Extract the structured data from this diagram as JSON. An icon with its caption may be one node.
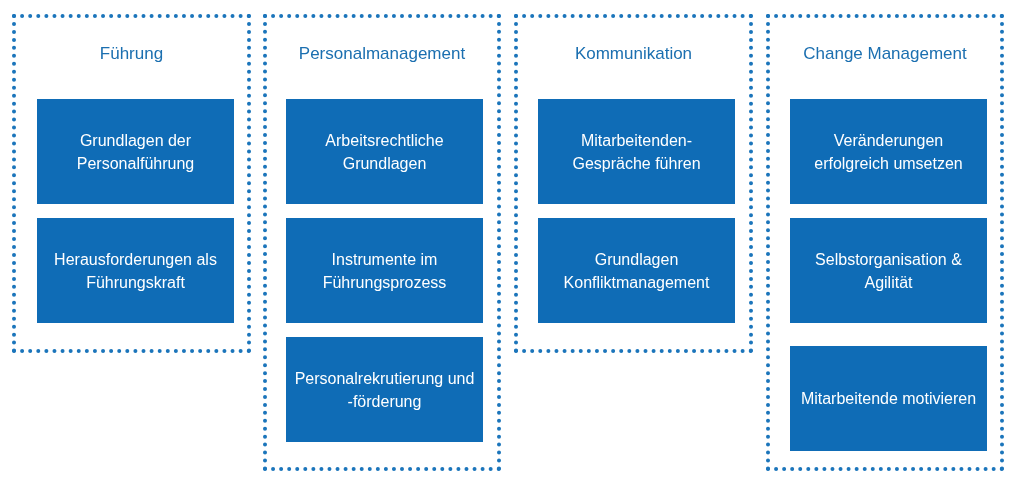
{
  "diagram": {
    "nodes": [
      {
        "text": [
          "Führung"
        ]
      },
      {
        "text": [
          "Grundlagen der Personalführung"
        ],
        "in": 0
      },
      {
        "text": [
          "Herausforderungen als Führungskraft"
        ],
        "in": 0
      },
      {
        "text": [
          "Personalmanagement"
        ]
      },
      {
        "text": [
          "Arbeitsrechtliche Grundlagen"
        ],
        "in": 3
      },
      {
        "text": [
          "Instrumente im Führungsprozess"
        ],
        "in": 3
      },
      {
        "text": [
          "Personalrekrutierung und -förderung"
        ],
        "in": 3
      },
      {
        "text": [
          "Kommunikation"
        ]
      },
      {
        "text": [
          "Mitarbeitenden-Gespräche führen"
        ],
        "in": 7
      },
      {
        "text": [
          "Grundlagen Konfliktmanagement"
        ],
        "in": 7
      },
      {
        "text": [
          "Change Management"
        ]
      },
      {
        "text": [
          "Veränderungen erfolgreich umsetzen"
        ],
        "in": 10
      },
      {
        "text": [
          "Selbstorganisation & Agilität"
        ],
        "in": 10
      },
      {
        "text": [
          "Mitarbeitende motivieren"
        ],
        "in": 10
      }
    ],
    "edges": []
  }
}
